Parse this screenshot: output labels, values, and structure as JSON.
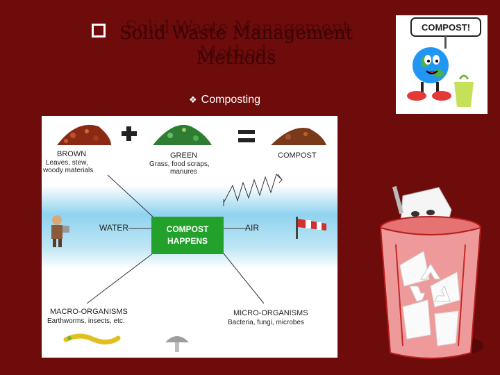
{
  "slide": {
    "title": "Solid Waste Management Methods",
    "title_shadow": "Solid Waste Management Methods",
    "bullet": "Composting"
  },
  "diagram": {
    "brown": {
      "heading": "BROWN",
      "desc1": "Leaves, stew,",
      "desc2": "woody materials"
    },
    "green": {
      "heading": "GREEN",
      "desc1": "Grass, food scraps,",
      "desc2": "manures"
    },
    "compost": "COMPOST",
    "plus": "+",
    "equals": "=",
    "water": "WATER",
    "air": "AIR",
    "center1": "COMPOST",
    "center2": "HAPPENS",
    "macro": {
      "heading": "MACRO-ORGANISMS",
      "desc": "Earthworms, insects, etc."
    },
    "micro": {
      "heading": "MICRO-ORGANISMS",
      "desc": "Bacteria, fungi, microbes"
    }
  },
  "mascot": {
    "sign": "COMPOST!"
  },
  "colors": {
    "background": "#6e0b0b",
    "title": "#3b0303",
    "center_box": "#22a22a",
    "water_band": "#8fd3ef"
  }
}
